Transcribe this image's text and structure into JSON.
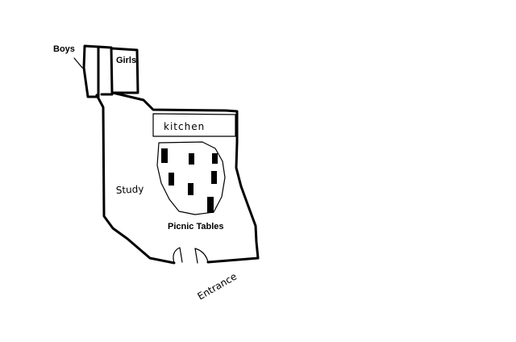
{
  "labels": {
    "boys": "Boys",
    "girls": "Girls",
    "kitchen": "kitchen",
    "study": "Study",
    "picnic_tables": "Picnic Tables",
    "entrance": "Entrance"
  },
  "colors": {
    "background": "#ffffff",
    "ink": "#000000"
  },
  "picnic_table_count": 7
}
